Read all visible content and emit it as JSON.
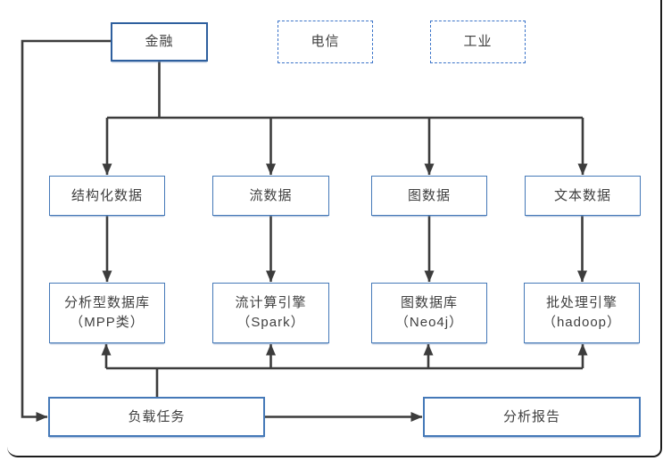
{
  "colors": {
    "box_border": "#4579b8",
    "primary_border": "#2e5f9e",
    "dashed_border": "#3b74c9",
    "connector": "#3c3c3c",
    "text": "#404040",
    "frame": "#1c1c1c"
  },
  "industries": [
    {
      "label": "金融"
    },
    {
      "label": "电信"
    },
    {
      "label": "工业"
    }
  ],
  "data_types": [
    {
      "label": "结构化数据"
    },
    {
      "label": "流数据"
    },
    {
      "label": "图数据"
    },
    {
      "label": "文本数据"
    }
  ],
  "engines": [
    {
      "name": "分析型数据库",
      "tech": "（MPP类）"
    },
    {
      "name": "流计算引擎",
      "tech": "（Spark）"
    },
    {
      "name": "图数据库",
      "tech": "（Neo4j）"
    },
    {
      "name": "批处理引擎",
      "tech": "（hadoop）"
    }
  ],
  "tasks": [
    {
      "label": "负载任务"
    },
    {
      "label": "分析报告"
    }
  ]
}
